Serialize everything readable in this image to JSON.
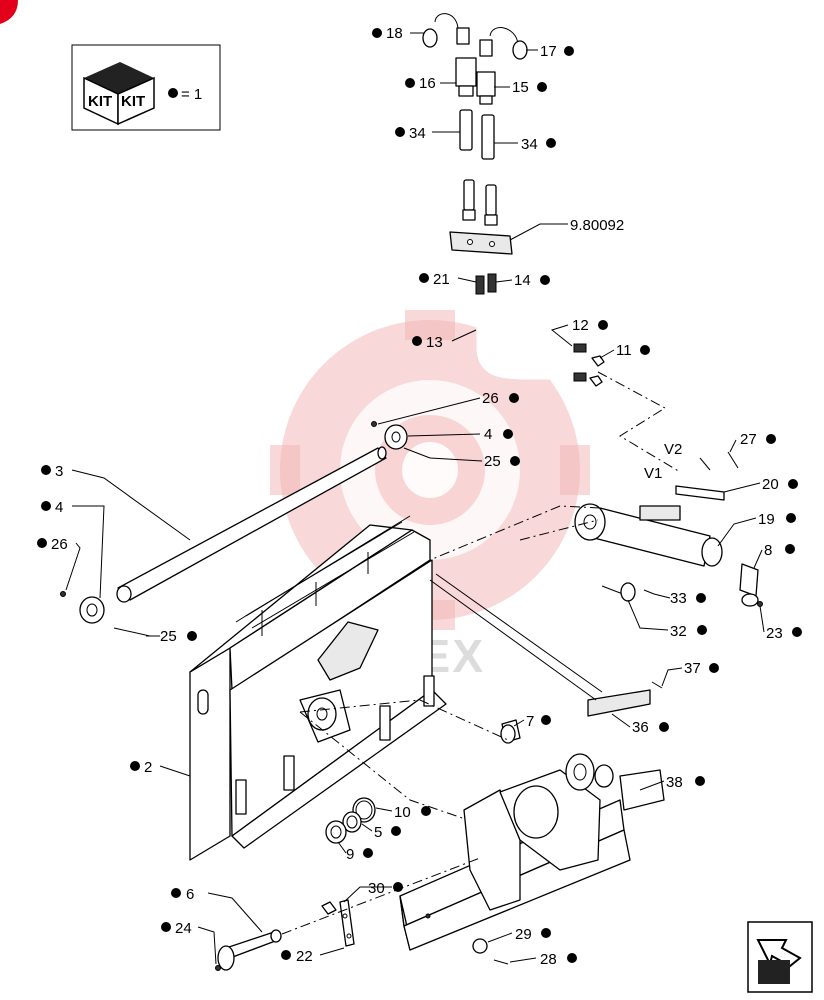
{
  "kit": {
    "box_text_1": "KIT",
    "box_text_2": "KIT",
    "legend": "= 1"
  },
  "watermark": "LIETEX",
  "callouts": {
    "p18": "18",
    "p17": "17",
    "p16": "16",
    "p15": "15",
    "p34a": "34",
    "p34b": "34",
    "p980092": "9.80092",
    "p21": "21",
    "p14": "14",
    "p13": "13",
    "p12": "12",
    "p11": "11",
    "p26a": "26",
    "p4a": "4",
    "p25a": "25",
    "p3": "3",
    "p4b": "4",
    "p26b": "26",
    "p25b": "25",
    "v2": "V2",
    "v1": "V1",
    "p27": "27",
    "p20": "20",
    "p19": "19",
    "p8": "8",
    "p33": "33",
    "p32": "32",
    "p23": "23",
    "p37": "37",
    "p36": "36",
    "p7": "7",
    "p2": "2",
    "p38": "38",
    "p10": "10",
    "p5": "5",
    "p9": "9",
    "p6": "6",
    "p30": "30",
    "p24": "24",
    "p22": "22",
    "p29": "29",
    "p28": "28"
  },
  "colors": {
    "ink": "#000000",
    "watermark": "#f3b8b8",
    "corner_badge": "#e3001b"
  },
  "icons": {
    "kit_box": "kit-box-icon",
    "next_page": "next-page-arrow-icon",
    "corner": "corner-badge-icon"
  }
}
